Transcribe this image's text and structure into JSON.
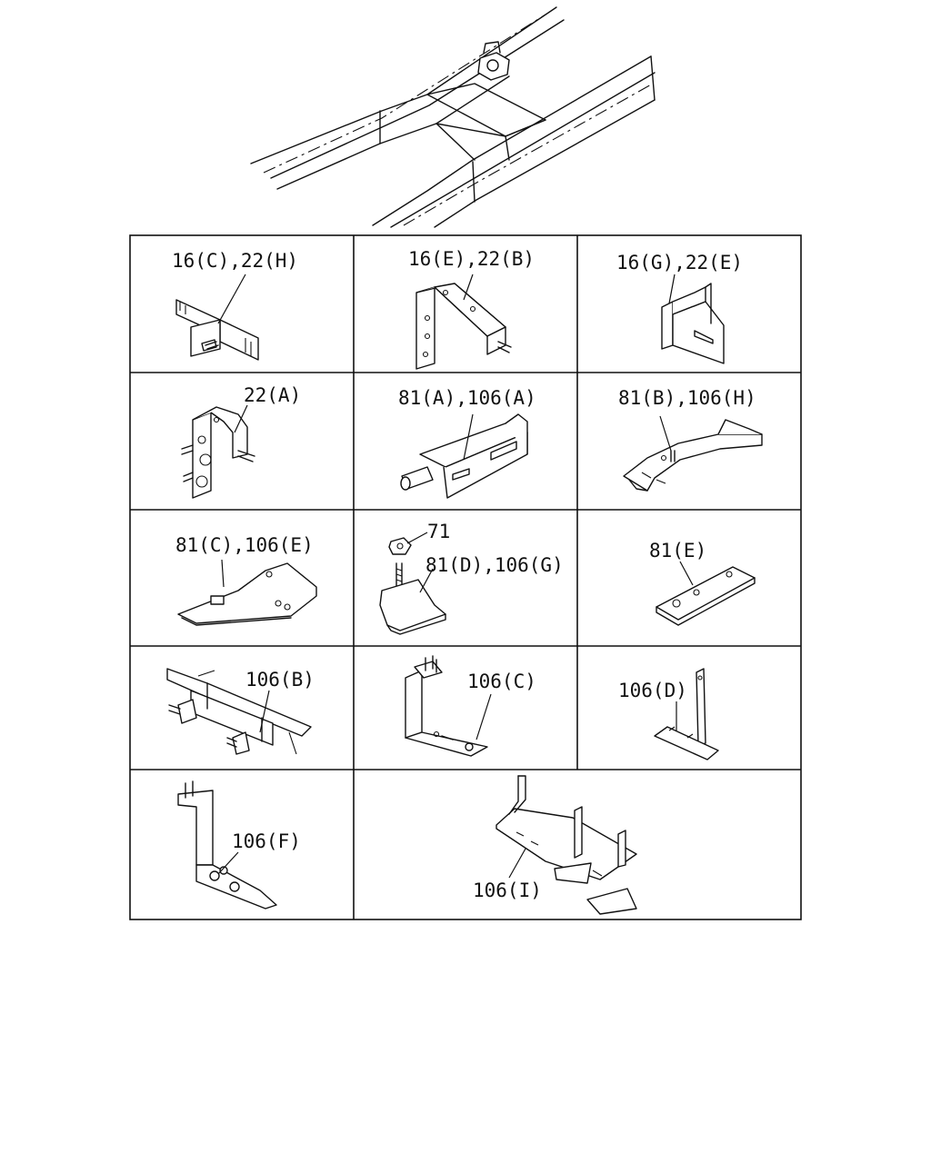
{
  "diagram": {
    "parts": [
      {
        "id": "p1",
        "label": "16(C),22(H)"
      },
      {
        "id": "p2",
        "label": "16(E),22(B)"
      },
      {
        "id": "p3",
        "label": "16(G),22(E)"
      },
      {
        "id": "p4",
        "label": "22(A)"
      },
      {
        "id": "p5",
        "label": "81(A),106(A)"
      },
      {
        "id": "p6",
        "label": "81(B),106(H)"
      },
      {
        "id": "p7",
        "label": "81(C),106(E)"
      },
      {
        "id": "p8a",
        "label": "71"
      },
      {
        "id": "p8b",
        "label": "81(D),106(G)"
      },
      {
        "id": "p9",
        "label": "81(E)"
      },
      {
        "id": "p10",
        "label": "106(B)"
      },
      {
        "id": "p11",
        "label": "106(C)"
      },
      {
        "id": "p12",
        "label": "106(D)"
      },
      {
        "id": "p13",
        "label": "106(F)"
      },
      {
        "id": "p14",
        "label": "106(I)"
      }
    ]
  }
}
